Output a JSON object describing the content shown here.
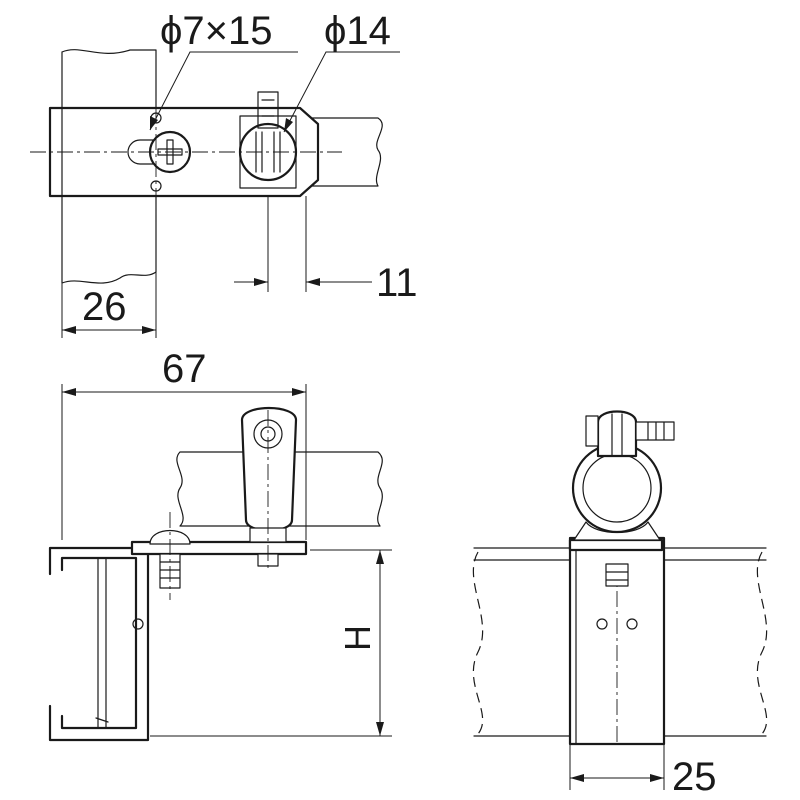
{
  "labels": {
    "slot": "ϕ7×15",
    "hole": "ϕ14",
    "dim_11": "11",
    "dim_26": "26",
    "dim_67": "67",
    "dim_H": "H",
    "dim_25": "25"
  }
}
